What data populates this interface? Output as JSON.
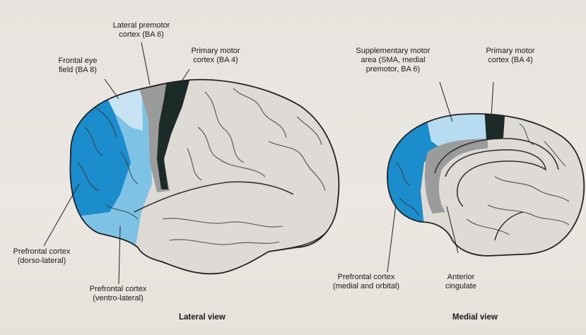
{
  "colors": {
    "prefrontal_dark": "#1b8ccc",
    "prefrontal_light": "#7ec3e6",
    "supplementary_light": "#b7dcf1",
    "premotor_grey": "#9a9c9b",
    "primary_motor": "#1c2a28",
    "cortex": "#dedad5",
    "outline": "#222222",
    "background": "#e8e3de"
  },
  "lateral": {
    "title": "Lateral view",
    "labels": {
      "lateral_premotor": "Lateral premotor\ncortex (BA 6)",
      "frontal_eye_field": "Frontal eye\nfield (BA 8)",
      "primary_motor": "Primary motor\ncortex (BA 4)",
      "prefrontal_dorsolateral": "Prefrontal cortex\n(dorso-lateral)",
      "prefrontal_ventrolateral": "Prefrontal cortex\n(ventro-lateral)"
    }
  },
  "medial": {
    "title": "Medial view",
    "labels": {
      "sma": "Supplementary motor\narea (SMA, medial\npremotor, BA 6)",
      "primary_motor": "Primary motor\ncortex (BA 4)",
      "prefrontal_medial_orbital": "Prefrontal cortex\n(medial and orbital)",
      "anterior_cingulate": "Anterior\ncingulate"
    }
  }
}
